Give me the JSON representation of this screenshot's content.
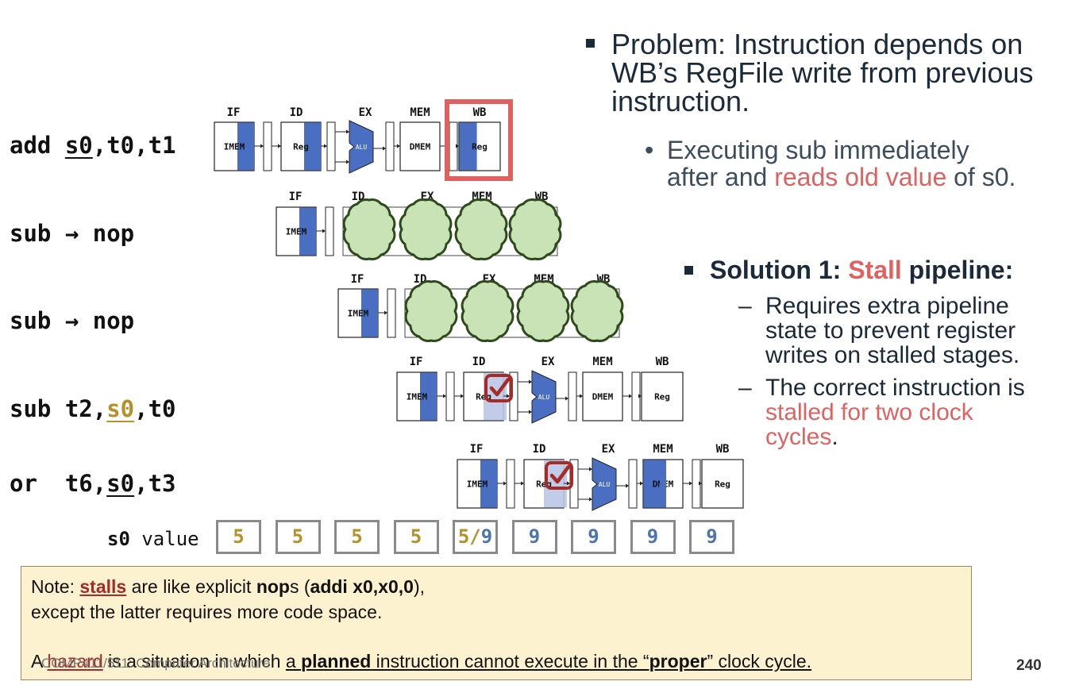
{
  "bullet_problem": "Problem: Instruction depends on WB’s RegFile write from previous instruction.",
  "bullet_sub_prefix": "Executing sub immediately",
  "bullet_sub_line2_pre": "after and ",
  "bullet_sub_red": "reads old value",
  "bullet_sub_post": " of s0.",
  "solution_pre": "Solution 1: ",
  "solution_red": "Stall",
  "solution_post": " pipeline:",
  "dash1_l1": "Requires extra pipeline",
  "dash1_l2": "state to prevent register",
  "dash1_l3": "writes on stalled stages.",
  "dash2_l1": "The correct instruction is",
  "dash2_l2": "stalled for two clock",
  "dash2_l3": "cycles",
  "dash2_period": ".",
  "instructions": {
    "i1_op": "add ",
    "i1_reg": "s0",
    "i1_rest": ",t0,t1",
    "i2": "sub → nop",
    "i3": "sub → nop",
    "i4_op": "sub t2,",
    "i4_reg": "s0",
    "i4_rest": ",t0",
    "i5_op": "or  t6,",
    "i5_reg": "s0",
    "i5_rest": ",t3"
  },
  "stage_labels": {
    "if": "IF",
    "id": "ID",
    "ex": "EX",
    "mem": "MEM",
    "wb": "WB"
  },
  "unit_labels": {
    "imem": "IMEM",
    "reg": "Reg",
    "alu": "ALU",
    "dmem": "DMEM"
  },
  "s0_value_label_bold": "s0",
  "s0_value_label": " value",
  "s0_values": [
    {
      "a": "5",
      "color": "gold"
    },
    {
      "a": "5",
      "color": "gold"
    },
    {
      "a": "5",
      "color": "gold"
    },
    {
      "a": "5",
      "color": "gold"
    },
    {
      "a": "5",
      "b": "/",
      "c": "9",
      "color": "split"
    },
    {
      "a": "9",
      "color": "blue"
    },
    {
      "a": "9",
      "color": "blue"
    },
    {
      "a": "9",
      "color": "blue"
    },
    {
      "a": "9",
      "color": "blue"
    }
  ],
  "note": {
    "l1_pre": "Note: ",
    "l1_stalls": "stalls",
    "l1_mid": " are like explicit ",
    "l1_nop": "nop",
    "l1_s": "s (",
    "l1_addi": "addi x0,x0,0",
    "l1_end": "),",
    "l2": "except the latter requires more code space.",
    "l3_a": "A ",
    "l3_hazard": "hazard",
    "l3_b": " is a situation in which ",
    "l3_c": "a ",
    "l3_planned": "planned",
    "l3_d": " instruction cannot execute in the “",
    "l3_proper": "proper",
    "l3_e": "” clock cycle."
  },
  "footer_course": "COMP411/511: Computer Architecture",
  "page_number": "240",
  "colors": {
    "accent_red": "#e06160",
    "stage_blue": "#4a6fc2",
    "cloud_green": "#c9e2b6",
    "cloud_stroke": "#2e4a1c",
    "gold": "#b8902a",
    "check_red": "#a62a28"
  }
}
